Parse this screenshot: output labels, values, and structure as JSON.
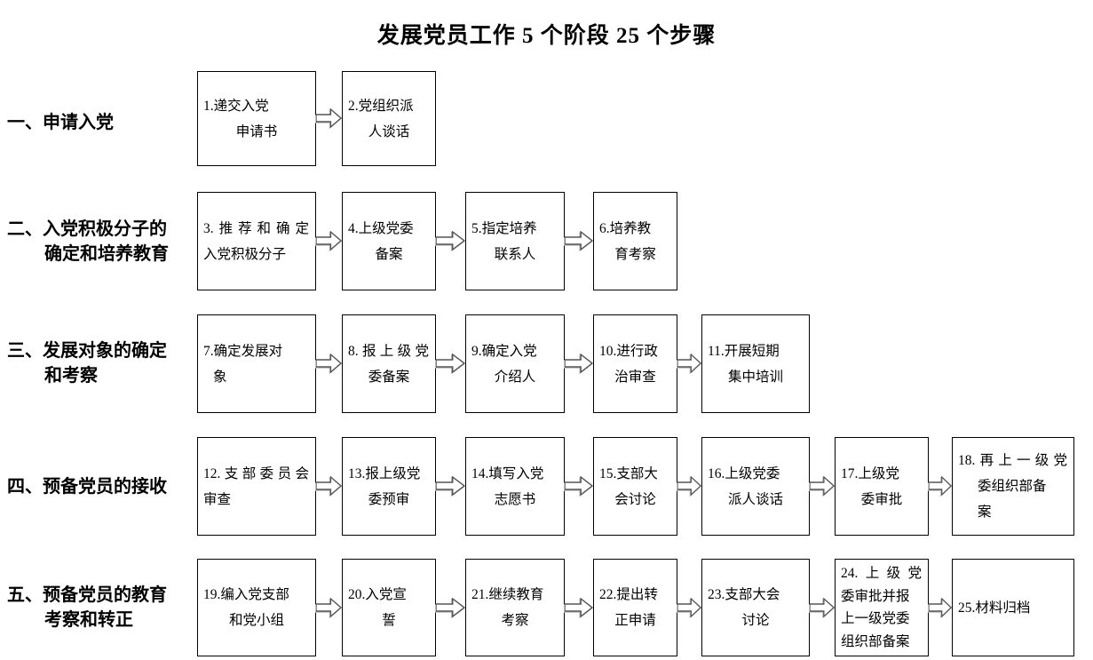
{
  "title": "发展党员工作 5 个阶段 25 个步骤",
  "stages": [
    {
      "label_lines": [
        "一、申请入党"
      ],
      "boxes": [
        {
          "lines": [
            "1.递交入党",
            "申请书"
          ]
        },
        {
          "lines": [
            "2.党组织派",
            "人谈话"
          ]
        }
      ]
    },
    {
      "label_lines": [
        "二、入党积极分子的",
        "确定和培养教育"
      ],
      "boxes": [
        {
          "lines": [
            "3.推荐和确定",
            "入党积极分子"
          ]
        },
        {
          "lines": [
            "4.上级党委",
            "备案"
          ]
        },
        {
          "lines": [
            "5.指定培养",
            "联系人"
          ]
        },
        {
          "lines": [
            "6.培养教",
            "育考察"
          ]
        }
      ]
    },
    {
      "label_lines": [
        "三、发展对象的确定",
        "和考察"
      ],
      "boxes": [
        {
          "lines": [
            "7.确定发展对",
            "象"
          ]
        },
        {
          "lines": [
            "8.报上级党",
            "委备案"
          ]
        },
        {
          "lines": [
            "9.确定入党",
            "介绍人"
          ]
        },
        {
          "lines": [
            "10.进行政",
            "治审查"
          ]
        },
        {
          "lines": [
            "11.开展短期",
            "集中培训"
          ]
        }
      ]
    },
    {
      "label_lines": [
        "四、预备党员的接收"
      ],
      "boxes": [
        {
          "lines": [
            "12.支部委员会",
            "审查"
          ]
        },
        {
          "lines": [
            "13.报上级党",
            "委预审"
          ]
        },
        {
          "lines": [
            "14.填写入党",
            "志愿书"
          ]
        },
        {
          "lines": [
            "15.支部大",
            "会讨论"
          ]
        },
        {
          "lines": [
            "16.上级党委",
            "派人谈话"
          ]
        },
        {
          "lines": [
            "17.上级党",
            "委审批"
          ]
        },
        {
          "lines": [
            "18.再上一级党",
            "委组织部备",
            "案"
          ]
        }
      ]
    },
    {
      "label_lines": [
        "五、预备党员的教育",
        "考察和转正"
      ],
      "boxes": [
        {
          "lines": [
            "19.编入党支部",
            "和党小组"
          ]
        },
        {
          "lines": [
            "20.入党宣",
            "誓"
          ]
        },
        {
          "lines": [
            "21.继续教育",
            "考察"
          ]
        },
        {
          "lines": [
            "22.提出转",
            "正申请"
          ]
        },
        {
          "lines": [
            "23.支部大会",
            "讨论"
          ]
        },
        {
          "lines": [
            "24.上级党",
            "委审批并报",
            "上一级党委",
            "组织部备案"
          ]
        },
        {
          "lines": [
            "25.材料归档"
          ]
        }
      ]
    }
  ],
  "colors": {
    "background": "#ffffff",
    "text": "#000000",
    "box_border": "#000000",
    "arrow_fill": "#ffffff",
    "arrow_stroke": "#555555"
  }
}
